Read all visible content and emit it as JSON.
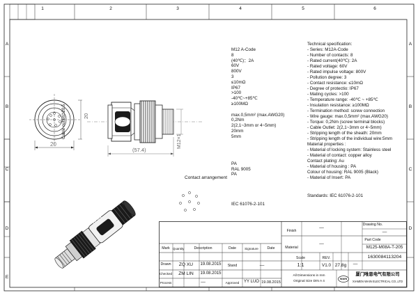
{
  "border": {
    "columns": [
      "1",
      "2",
      "3",
      "4",
      "5",
      "6"
    ],
    "rows": [
      "A",
      "B",
      "C",
      "D",
      "E"
    ]
  },
  "spec_zh": {
    "lines": [
      "M12 A-Code",
      "8",
      "(40℃)：2A",
      "60V",
      "800V",
      "3",
      "≤10mΩ",
      "IP67",
      ">100",
      "-40℃~+85℃",
      "≥100MΩ",
      "",
      "max.0,5mm² (max.AWG20)",
      "0,2Nm",
      "2(2,1~3mm or 4~5mm)",
      "20mm",
      "5mm",
      "",
      "",
      "",
      "",
      "PA",
      "RAL 9005",
      "PA"
    ],
    "standard": "IEC 61076-2-101"
  },
  "spec_en": {
    "title": "Technical specification:",
    "lines": [
      "- Series: M12A-Code",
      "- Number of contacts:   8",
      "- Rated current(40℃):   2A",
      "- Rated voltage:        60V",
      "- Rated impulse voltage: 800V",
      "- Pollution degree:  3",
      "- Contact resistance: ≤10mΩ",
      "- Degree of protectio: IP67",
      "- Mating cycles: >100",
      "- Temperature range:  -40℃ ~ +85℃",
      "- Insulation resistance: ≥100MΩ",
      "- Termination method: screw connection",
      "- Wire gauge: max.0,5mm² (max.AWG20)",
      "- Torque: 0,2Nm (screw terminal blocks)",
      "- Cable Outlet: 2(2,1~3mm or 4~5mm)",
      "- Stripping length of the sheath: 20mm",
      "- Stripping length of the individual wire:5mm",
      "Material properties :",
      "- Material of locking system: Stainless steel",
      "- Material of contact: copper alloy",
      "   Contact plating: Au",
      "- Material of housing : PA",
      "   Colour of housing: RAL 9005 (Black)",
      "- Material of Insert: PA"
    ],
    "standards": "Standards: IEC 61076-2-101"
  },
  "drawing": {
    "front_label_en": "Cable outlet∅20.5",
    "dim_front_width": "20",
    "dim_length": "(57.4)",
    "dim_thread": "M12×1",
    "brand": "WAIN",
    "contact_arrangement_label": "Contact arrangement"
  },
  "title_block": {
    "rev_headers": [
      "Mark",
      "Quantity",
      "Description",
      "Date",
      "Signature",
      "Date"
    ],
    "finish_label": "Finish",
    "finish_value": "—",
    "material_label": "Material",
    "material_value": "—",
    "drawing_no_label": "Drawing No.",
    "drawing_no_value": "—",
    "part_code_label": "Part Code",
    "part_code_value": "M125-M08A-T-205",
    "part_no_value": "1630084113204",
    "drawn_label": "Drawn",
    "drawn_by": "ZQ  XU",
    "drawn_date": "19.08.2015",
    "checked_label": "Checked",
    "checked_by": "ZM  LIN",
    "checked_date": "19.08.2015",
    "stand_label": "Stand",
    "stand_value": "—",
    "process_label": "Process",
    "process_value": "—",
    "approved_label": "Approved",
    "approved_by": "YY  LUO",
    "approved_date": "19.08.2015",
    "scale_label": "Scale",
    "scale_value": "1:1",
    "rev_label": "REV.",
    "rev_value": "V1.0",
    "mass_value": "27.8g",
    "sheet_value": "—",
    "tolerance_note_1": "All Dimensions in mm",
    "tolerance_note_2": "Original Size DIN A 4",
    "company_zh": "厦门唯恩电气有限公司",
    "company_en": "XIAMEN WAIN ELECTRICAL CO.,LTD",
    "logo_text": "WAIN"
  }
}
